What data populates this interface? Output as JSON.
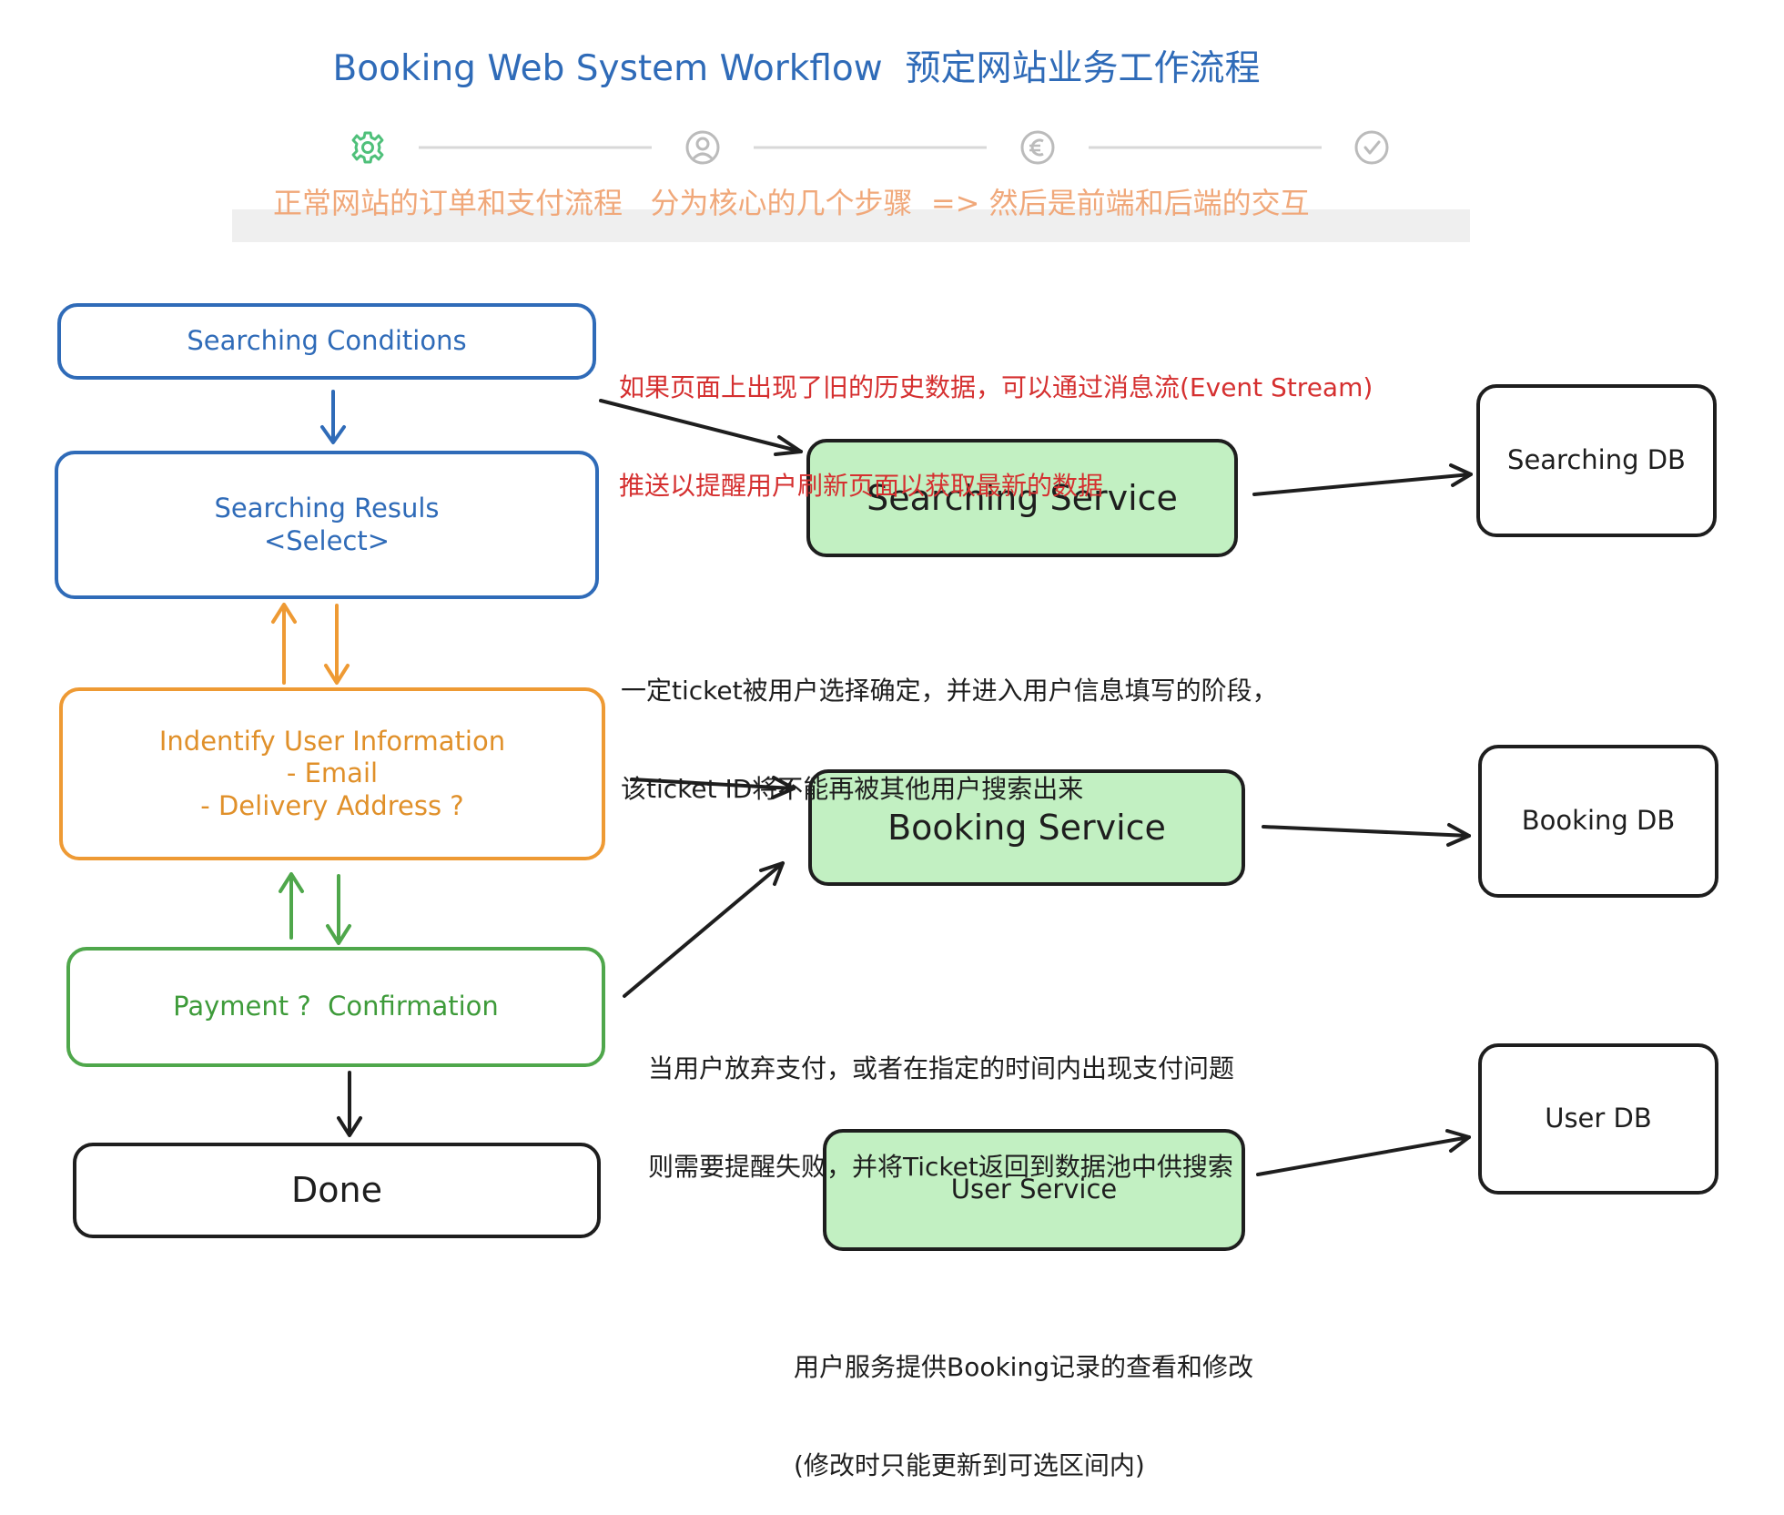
{
  "title": "Booking Web System Workflow  预定网站业务工作流程",
  "steps": [
    {
      "icon": "gear-icon",
      "color": "#4fc07a"
    },
    {
      "icon": "user-circle-icon",
      "color": "#bbbbbb"
    },
    {
      "icon": "euro-circle-icon",
      "color": "#bbbbbb"
    },
    {
      "icon": "check-circle-icon",
      "color": "#bbbbbb"
    }
  ],
  "subtitle": "正常网站的订单和支付流程   分为核心的几个步骤  => 然后是前端和后端的交互",
  "flow": {
    "searching_conditions": "Searching Conditions",
    "searching_results": [
      "Searching Resuls",
      "<Select>"
    ],
    "identify_user": [
      "Indentify User Information",
      "- Email",
      "- Delivery Address ?"
    ],
    "payment": "Payment ?  Confirmation",
    "done": "Done"
  },
  "services": {
    "searching": "Searching Service",
    "booking": "Booking Service",
    "user": "User Service"
  },
  "databases": {
    "searching": "Searching DB",
    "booking": "Booking DB",
    "user": "User DB"
  },
  "notes": {
    "event_stream": [
      "如果页面上出现了旧的历史数据，可以通过消息流(Event Stream)",
      "推送以提醒用户刷新页面以获取最新的数据"
    ],
    "ticket_lock": [
      "一定ticket被用户选择确定，并进入用户信息填写的阶段，",
      "该ticket ID将不能再被其他用户搜索出来"
    ],
    "payment_fail": [
      "当用户放弃支付，或者在指定的时间内出现支付问题",
      "则需要提醒失败，并将Ticket返回到数据池中供搜索"
    ],
    "user_service": [
      "用户服务提供Booking记录的查看和修改",
      "(修改时只能更新到可选区间内)"
    ]
  },
  "colors": {
    "blue": "#2f6bb8",
    "orange": "#ee9a34",
    "green": "#4fa74b",
    "service_fill": "#c2f0c2",
    "note_red": "#d53030",
    "subtitle": "#f0a87a"
  }
}
